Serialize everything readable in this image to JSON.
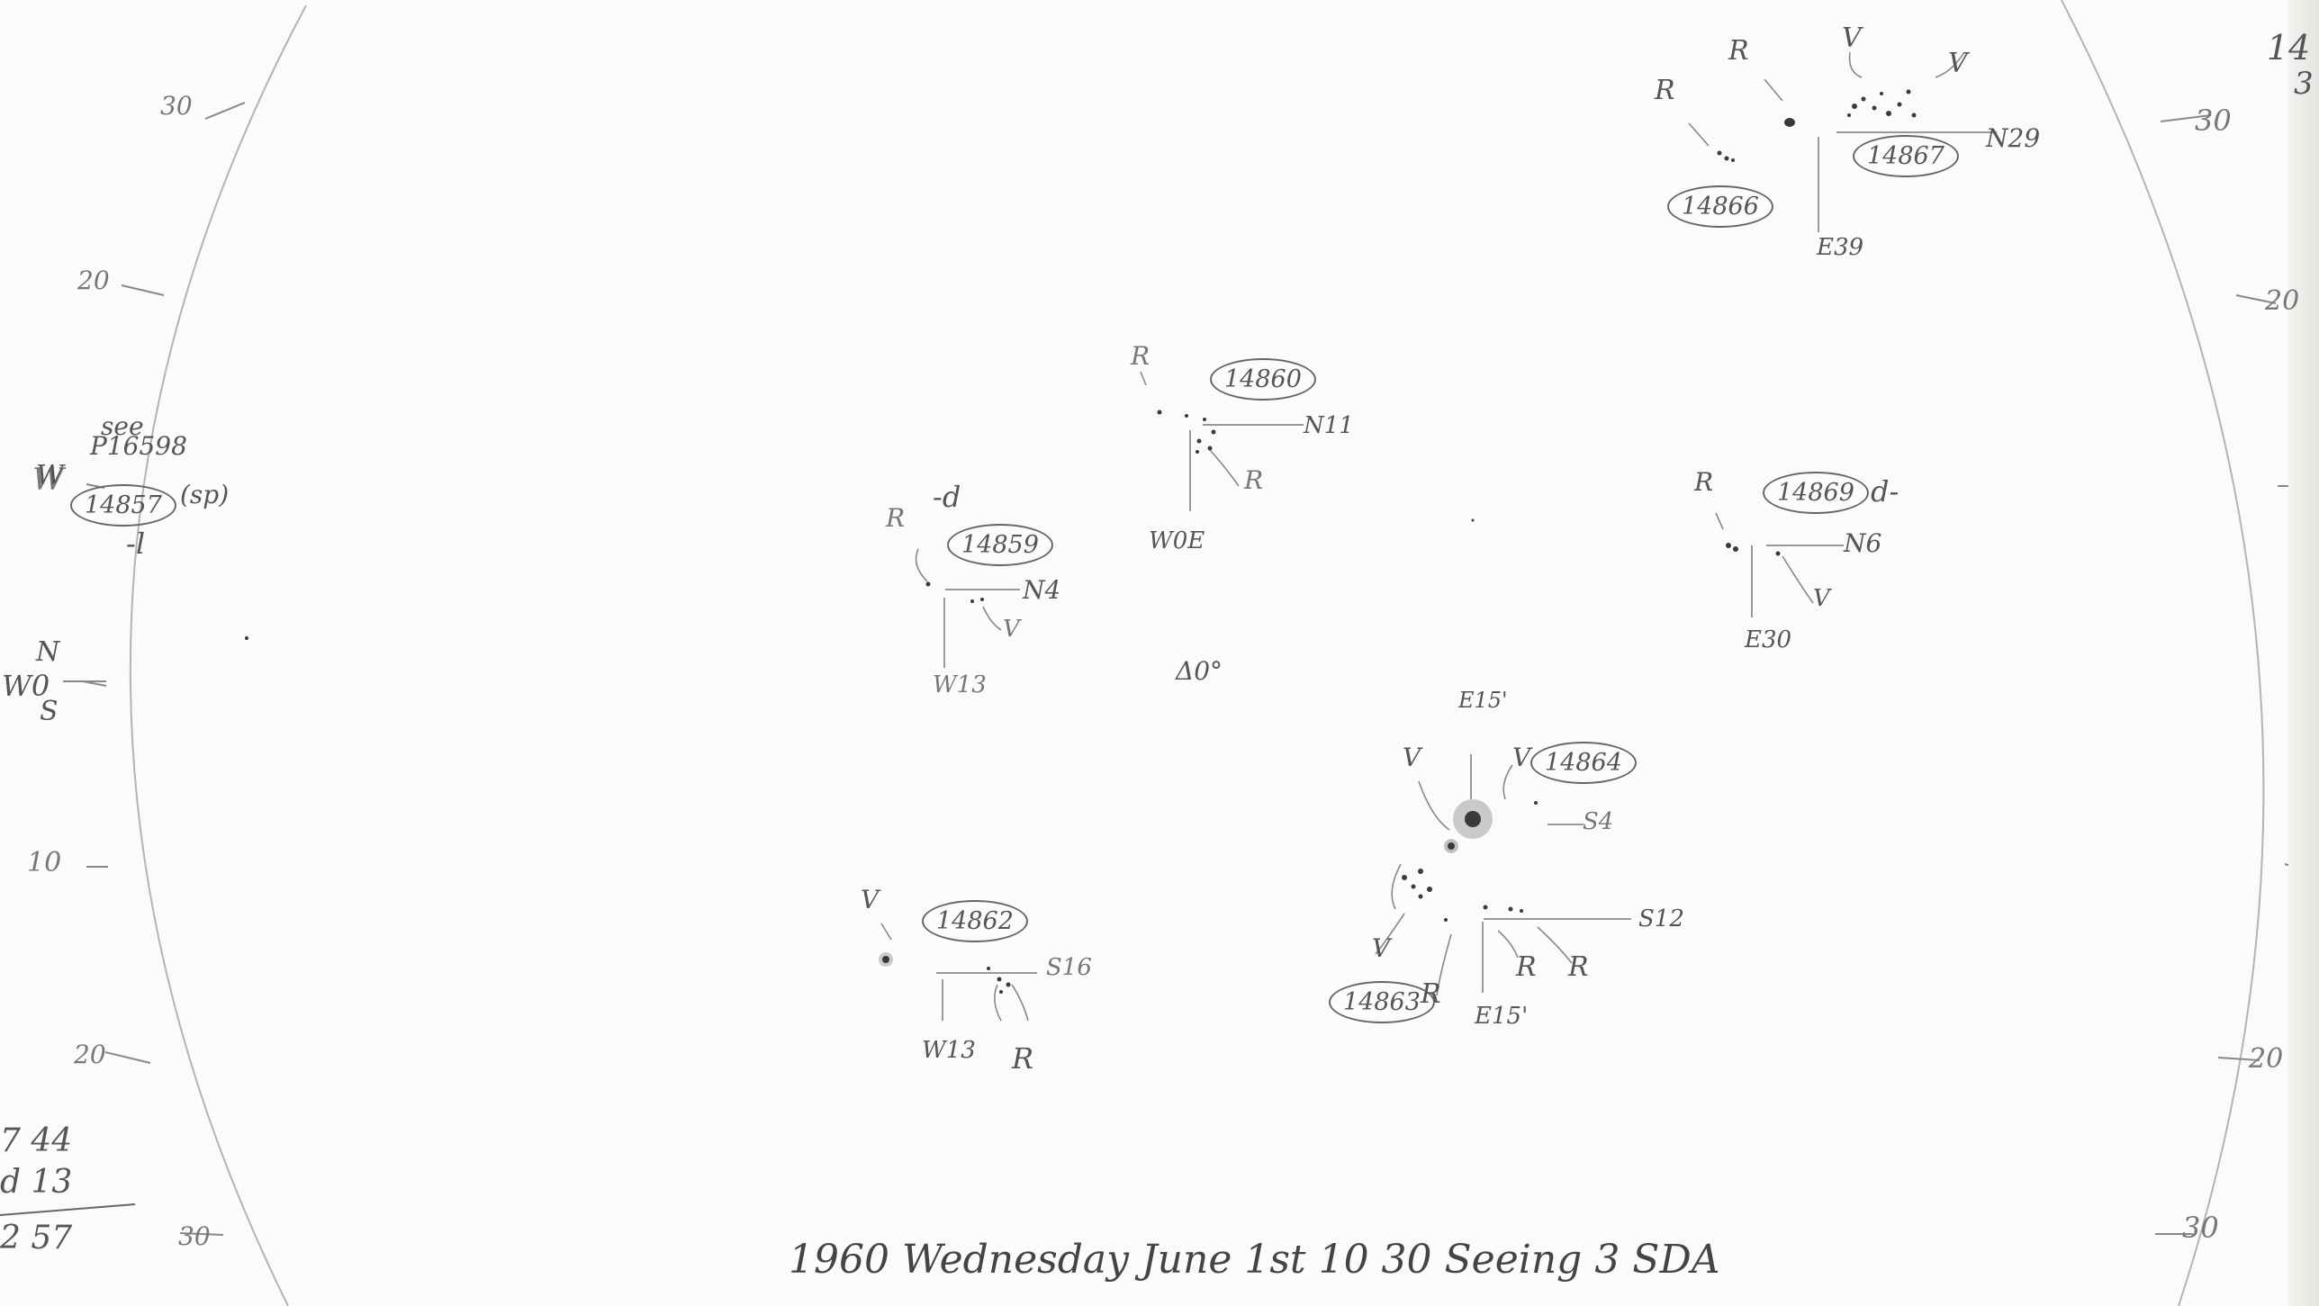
{
  "caption": "1960 Wednesday June 1st 10 30 Seeing 3 SDA",
  "corner_top_right": [
    "14",
    "3"
  ],
  "center_mark": "Δ0°",
  "limb_ticks": {
    "left": [
      "30",
      "20",
      "W",
      "10",
      "20",
      "30"
    ],
    "right": [
      "30",
      "20",
      "20",
      "30"
    ]
  },
  "left_side": {
    "w0_label": "W0",
    "w0_n": "N",
    "w0_s": "S",
    "note_see": "see",
    "note_ref": "P16598",
    "region_prefix": "W",
    "region": "14857",
    "region_suffix": "(sp)",
    "region_class": "-l"
  },
  "bottom_left_notes": [
    "7 44",
    "d 13",
    "2 57"
  ],
  "regions": [
    {
      "number": "14866",
      "labels": [
        "R"
      ]
    },
    {
      "number": "14867",
      "labels": [
        "R",
        "V",
        "V"
      ],
      "coord_n": "N29",
      "coord_e": "E39"
    },
    {
      "number": "14860",
      "labels": [
        "R",
        "R"
      ],
      "coord_n": "N11",
      "coord_w": "W0E"
    },
    {
      "number": "14859",
      "labels": [
        "R",
        "V"
      ],
      "class": "-d",
      "coord_n": "N4",
      "coord_w": "W13"
    },
    {
      "number": "14869",
      "labels": [
        "R",
        "V"
      ],
      "class": "d-",
      "coord_n": "N6",
      "coord_e": "E30"
    },
    {
      "number": "14864",
      "labels": [
        "V",
        "V"
      ],
      "coord_e_top": "E15'",
      "coord_s": "S4"
    },
    {
      "number": "14863",
      "labels": [
        "V",
        "R",
        "R",
        "R"
      ],
      "coord_s": "S12",
      "coord_e": "E15'"
    },
    {
      "number": "14862",
      "labels": [
        "V",
        "R"
      ],
      "coord_s": "S16",
      "coord_w": "W13"
    }
  ]
}
